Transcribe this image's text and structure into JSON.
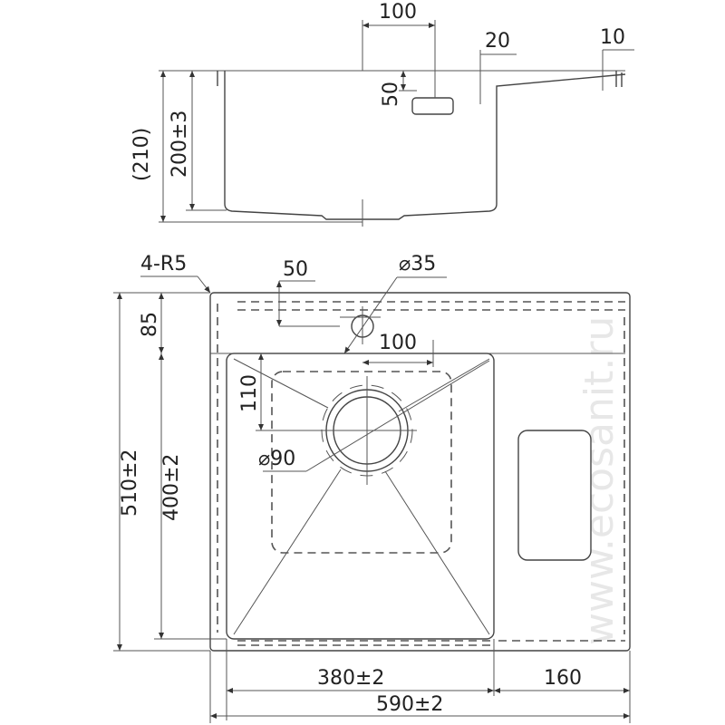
{
  "watermark": "www.ecosanit.ru",
  "side_view": {
    "dims": {
      "top_width": "100",
      "flange_offset": "20",
      "edge": "10",
      "slot_depth": "50",
      "overall_height": "(210)",
      "bowl_depth": "200±3"
    }
  },
  "plan_view": {
    "dims": {
      "corner_radius": "4-R5",
      "overflow_offset": "50",
      "overflow_diameter": "⌀35",
      "overflow_distance": "100",
      "front_offset": "85",
      "drain_offset": "110",
      "drain_diameter": "⌀90",
      "overall_depth": "510±2",
      "bowl_depth": "400±2",
      "bowl_width": "380±2",
      "drainboard_width": "160",
      "overall_width": "590±2"
    }
  }
}
